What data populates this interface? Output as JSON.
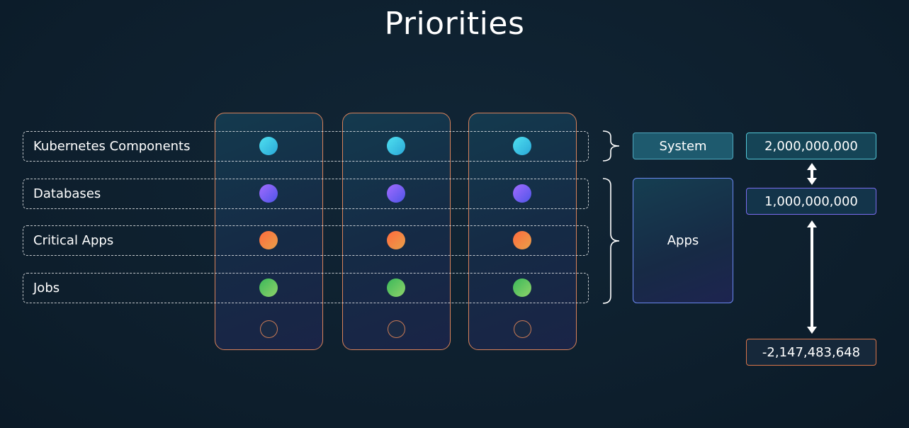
{
  "title": "Priorities",
  "rows": [
    {
      "label": "Kubernetes Components",
      "color": "cyan"
    },
    {
      "label": "Databases",
      "color": "purple"
    },
    {
      "label": "Critical Apps",
      "color": "orange"
    },
    {
      "label": "Jobs",
      "color": "green"
    }
  ],
  "nodes_count": 3,
  "classes": {
    "system": "System",
    "apps": "Apps"
  },
  "values": {
    "high": "2,000,000,000",
    "mid": "1,000,000,000",
    "low": "-2,147,483,648"
  },
  "colors": {
    "background": "#0e1f2e",
    "node_border": "#d9825a",
    "cyan": "#3cc8e8",
    "purple": "#7a5cf5",
    "orange": "#f07a45",
    "green": "#5cc25c"
  }
}
